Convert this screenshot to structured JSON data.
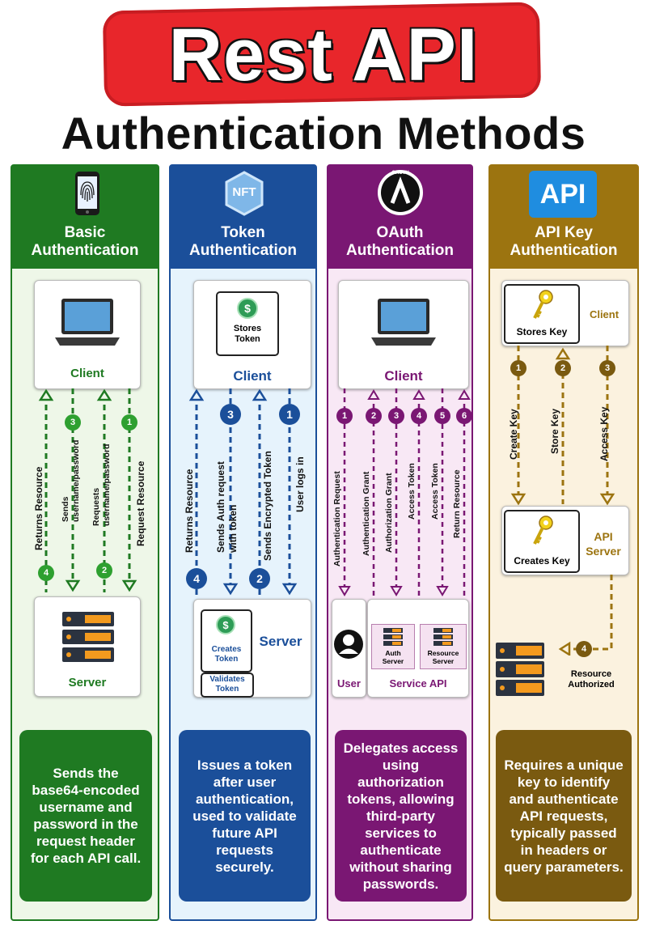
{
  "header": {
    "title_line1": "Rest API",
    "title_line2": "Authentication Methods"
  },
  "colors": {
    "basic": "#1f7a22",
    "token": "#1b4f9a",
    "oauth": "#7a1773",
    "apikey": "#9c7410",
    "banner": "#e8262b"
  },
  "basic": {
    "title": "Basic\nAuthentication",
    "client_label": "Client",
    "server_label": "Server",
    "arrows": [
      {
        "label": "Returns Resource",
        "step": "4"
      },
      {
        "label": "Sends\nusername/password",
        "step": "3"
      },
      {
        "label": "Requests\nusername/password",
        "step": "2"
      },
      {
        "label": "Request Resource",
        "step": "1"
      }
    ],
    "description": "Sends the base64-encoded username and password in the request header for each API call."
  },
  "token": {
    "icon_text": "NFT",
    "title": "Token\nAuthentication",
    "stores_token": "Stores\nToken",
    "client_label": "Client",
    "creates_token": "Creates\nToken",
    "validates_token": "Validates\nToken",
    "server_label": "Server",
    "arrows": [
      {
        "label": "Returns Resource",
        "step": "4"
      },
      {
        "label": "Sends Auth request\nwith token",
        "step": "3"
      },
      {
        "label": "Sends Encrypted Token",
        "step": "2"
      },
      {
        "label": "User logs in",
        "step": "1"
      }
    ],
    "description": "Issues a token after user authentication, used to validate future API requests securely."
  },
  "oauth": {
    "icon_text": "OAUTH",
    "title": "OAuth\nAuthentication",
    "client_label": "Client",
    "user_label": "User",
    "auth_server": "Auth\nServer",
    "resource_server": "Resource\nServer",
    "service_api": "Service API",
    "arrows": [
      {
        "label": "Authentication Request",
        "step": "1"
      },
      {
        "label": "Authentication Grant",
        "step": "2"
      },
      {
        "label": "Authorization Grant",
        "step": "3"
      },
      {
        "label": "Access Token",
        "step": "4"
      },
      {
        "label": "Access Token",
        "step": "5"
      },
      {
        "label": "Return Resource",
        "step": "6"
      }
    ],
    "description": "Delegates access using authorization tokens, allowing third-party services to authenticate without sharing passwords."
  },
  "apikey": {
    "icon_text": "API",
    "title": "API Key\nAuthentication",
    "stores_key": "Stores Key",
    "client_label": "Client",
    "creates_key": "Creates Key",
    "api_server": "API\nServer",
    "resource_authorized": "Resource\nAuthorized",
    "arrows": [
      {
        "label": "Create Key",
        "step": "1"
      },
      {
        "label": "Store Key",
        "step": "2"
      },
      {
        "label": "Access Key",
        "step": "3"
      }
    ],
    "step4": "4",
    "description": "Requires a unique key to identify and authenticate API requests, typically passed in headers or query parameters."
  }
}
